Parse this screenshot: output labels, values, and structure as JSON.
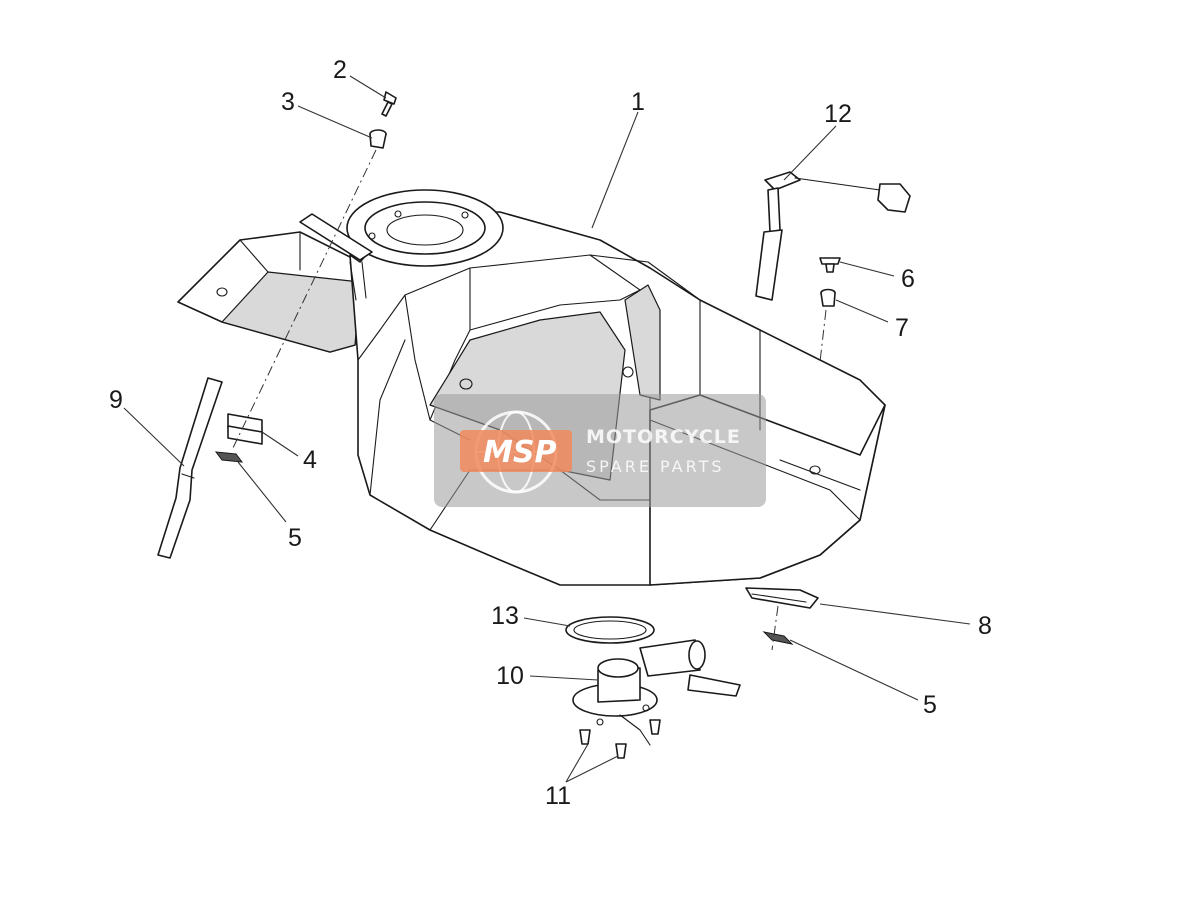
{
  "callouts": {
    "c1": "1",
    "c2": "2",
    "c3": "3",
    "c4": "4",
    "c5a": "5",
    "c5b": "5",
    "c6": "6",
    "c7": "7",
    "c8": "8",
    "c9": "9",
    "c10": "10",
    "c11": "11",
    "c12": "12",
    "c13": "13"
  },
  "watermark": {
    "logo": "MSP",
    "line1": "MOTORCYCLE",
    "line2": "SPARE PARTS",
    "logo_color": "#f08a5d"
  }
}
